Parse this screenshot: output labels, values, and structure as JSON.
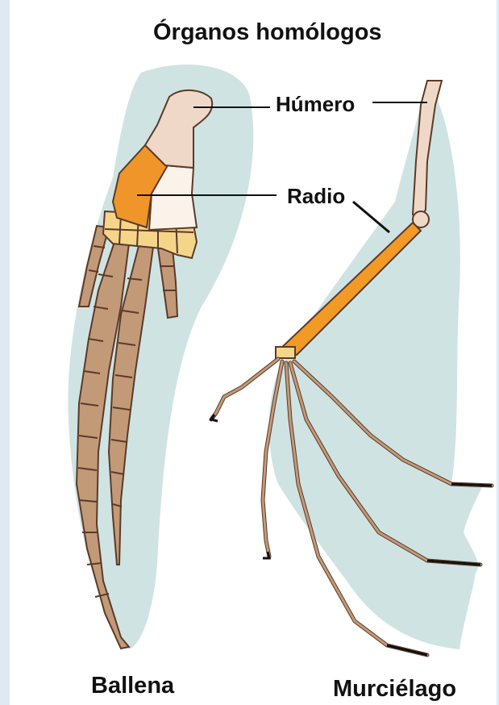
{
  "diagram": {
    "title": "Órganos homólogos",
    "labels": {
      "humerus": "Húmero",
      "radius": "Radio"
    },
    "animals": {
      "left": "Ballena",
      "right": "Murciélago"
    }
  },
  "colors": {
    "page_background": "#dfe9f4",
    "panel_background": "#ffffff",
    "silhouette": "#cfe3e3",
    "humerus_bone": "#f0d8c8",
    "radius_bone_whale": "#f0952a",
    "radius_bone_bat": "#f39a26",
    "ulna_bone": "#fbf2ea",
    "carpal_bones": "#f5d58a",
    "digit_bones": "#c39a78",
    "outline": "#5a3a28"
  }
}
